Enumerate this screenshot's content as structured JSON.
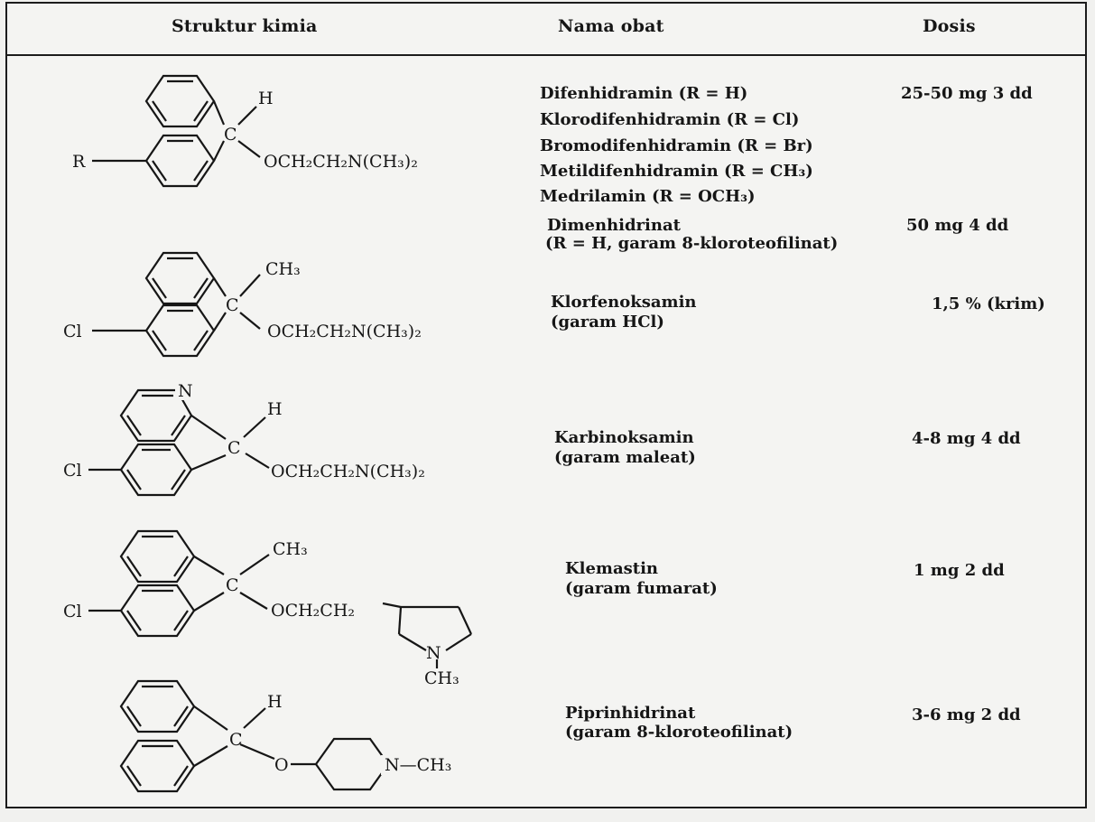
{
  "headers": {
    "structure": "Struktur kimia",
    "name": "Nama obat",
    "dose": "Dosis"
  },
  "structures": {
    "common": {
      "H": "H",
      "C": "C",
      "R": "R",
      "Cl": "Cl",
      "CH3": "CH₃",
      "N": "N",
      "O": "O"
    },
    "s1": {
      "chain": "OCH₂CH₂N(CH₃)₂"
    },
    "s2": {
      "chain": "OCH₂CH₂N(CH₃)₂"
    },
    "s3": {
      "chain": "OCH₂CH₂N(CH₃)₂"
    },
    "s4": {
      "chain": "OCH₂CH₂"
    },
    "s5": {
      "nme": "N—CH₃"
    }
  },
  "rows": [
    {
      "names": [
        "Difenhidramin (R = H)",
        "Klorodifenhidramin (R = Cl)",
        "Bromodifenhidramin (R = Br)",
        "Metildifenhidramin (R = CH₃)",
        "Medrilamin (R = OCH₃)"
      ],
      "dose": "25-50 mg 3 dd"
    },
    {
      "names": [
        "Dimenhidrinat",
        "(R = H, garam 8-kloroteofilinat)"
      ],
      "dose": "50 mg 4 dd"
    },
    {
      "names": [
        "Klorfenoksamin",
        "(garam HCl)"
      ],
      "dose": "1,5 % (krim)"
    },
    {
      "names": [
        "Karbinoksamin",
        "(garam maleat)"
      ],
      "dose": "4-8 mg 4 dd"
    },
    {
      "names": [
        "Klemastin",
        "(garam fumarat)"
      ],
      "dose": "1 mg 2 dd"
    },
    {
      "names": [
        "Piprinhidrinat",
        "(garam 8-kloroteofilinat)"
      ],
      "dose": "3-6 mg 2 dd"
    }
  ]
}
